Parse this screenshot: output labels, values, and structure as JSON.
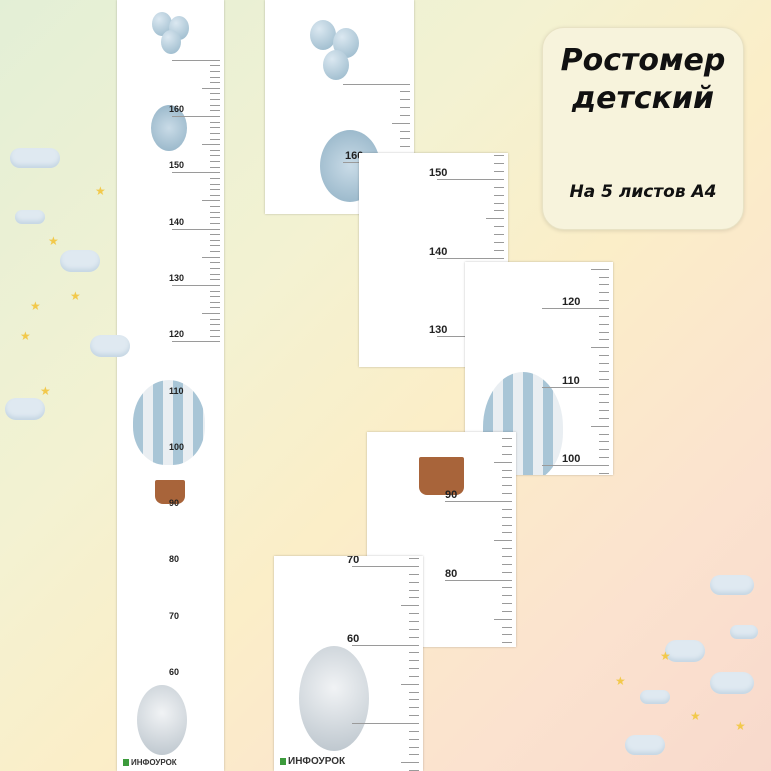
{
  "title": {
    "line1": "Ростомер",
    "line2": "детский",
    "subtitle": "На 5 листов А4"
  },
  "logo": {
    "text": "ИНФОУРОК"
  },
  "strip": {
    "labels": [
      "160",
      "150",
      "140",
      "130",
      "120",
      "110",
      "100",
      "90",
      "80",
      "70",
      "60"
    ]
  },
  "sheets": [
    {
      "labels": [
        "160"
      ]
    },
    {
      "labels": [
        "150",
        "140",
        "130"
      ]
    },
    {
      "labels": [
        "120",
        "110",
        "100"
      ]
    },
    {
      "labels": [
        "90",
        "80"
      ]
    },
    {
      "labels": [
        "70",
        "60"
      ]
    }
  ]
}
